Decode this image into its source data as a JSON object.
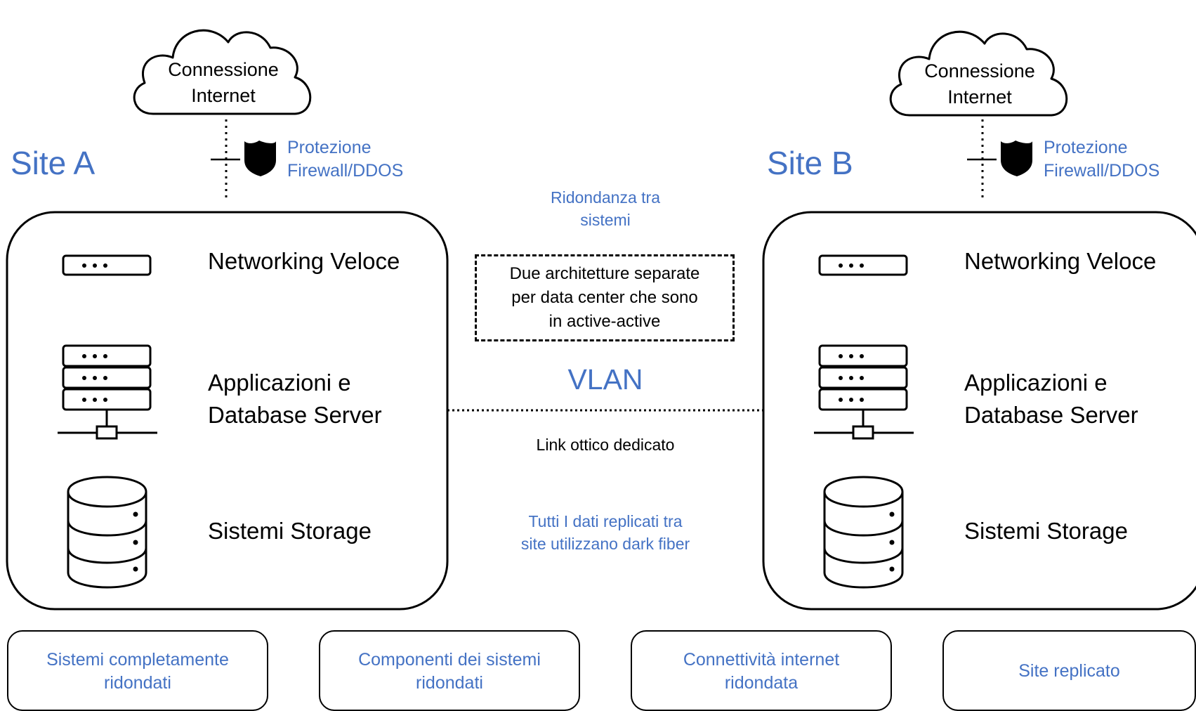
{
  "site_a": {
    "title": "Site A",
    "cloud": "Connessione Internet",
    "protection": [
      "Protezione",
      "Firewall/DDOS"
    ],
    "rows": {
      "networking": "Networking Veloce",
      "servers": [
        "Applicazioni e",
        "Database Server"
      ],
      "storage": "Sistemi Storage"
    }
  },
  "site_b": {
    "title": "Site B",
    "cloud": "Connessione Internet",
    "protection": [
      "Protezione",
      "Firewall/DDOS"
    ],
    "rows": {
      "networking": "Networking Veloce",
      "servers": [
        "Applicazioni e",
        "Database Server"
      ],
      "storage": "Sistemi Storage"
    }
  },
  "center": {
    "redundancy": [
      "Ridondanza tra",
      "sistemi"
    ],
    "architecture_note": [
      "Due architetture separate",
      "per data center che sono",
      "in active-active"
    ],
    "vlan": "VLAN",
    "link": "Link ottico dedicato",
    "replication": [
      "Tutti I dati replicati tra",
      "site utilizzano dark fiber"
    ]
  },
  "features": [
    [
      "Sistemi completamente",
      "ridondati"
    ],
    [
      "Componenti dei sistemi",
      "ridondati"
    ],
    [
      "Connettività internet",
      "ridondata"
    ],
    [
      "Site replicato"
    ]
  ],
  "colors": {
    "accent": "#4472C4",
    "stroke": "#000000"
  }
}
